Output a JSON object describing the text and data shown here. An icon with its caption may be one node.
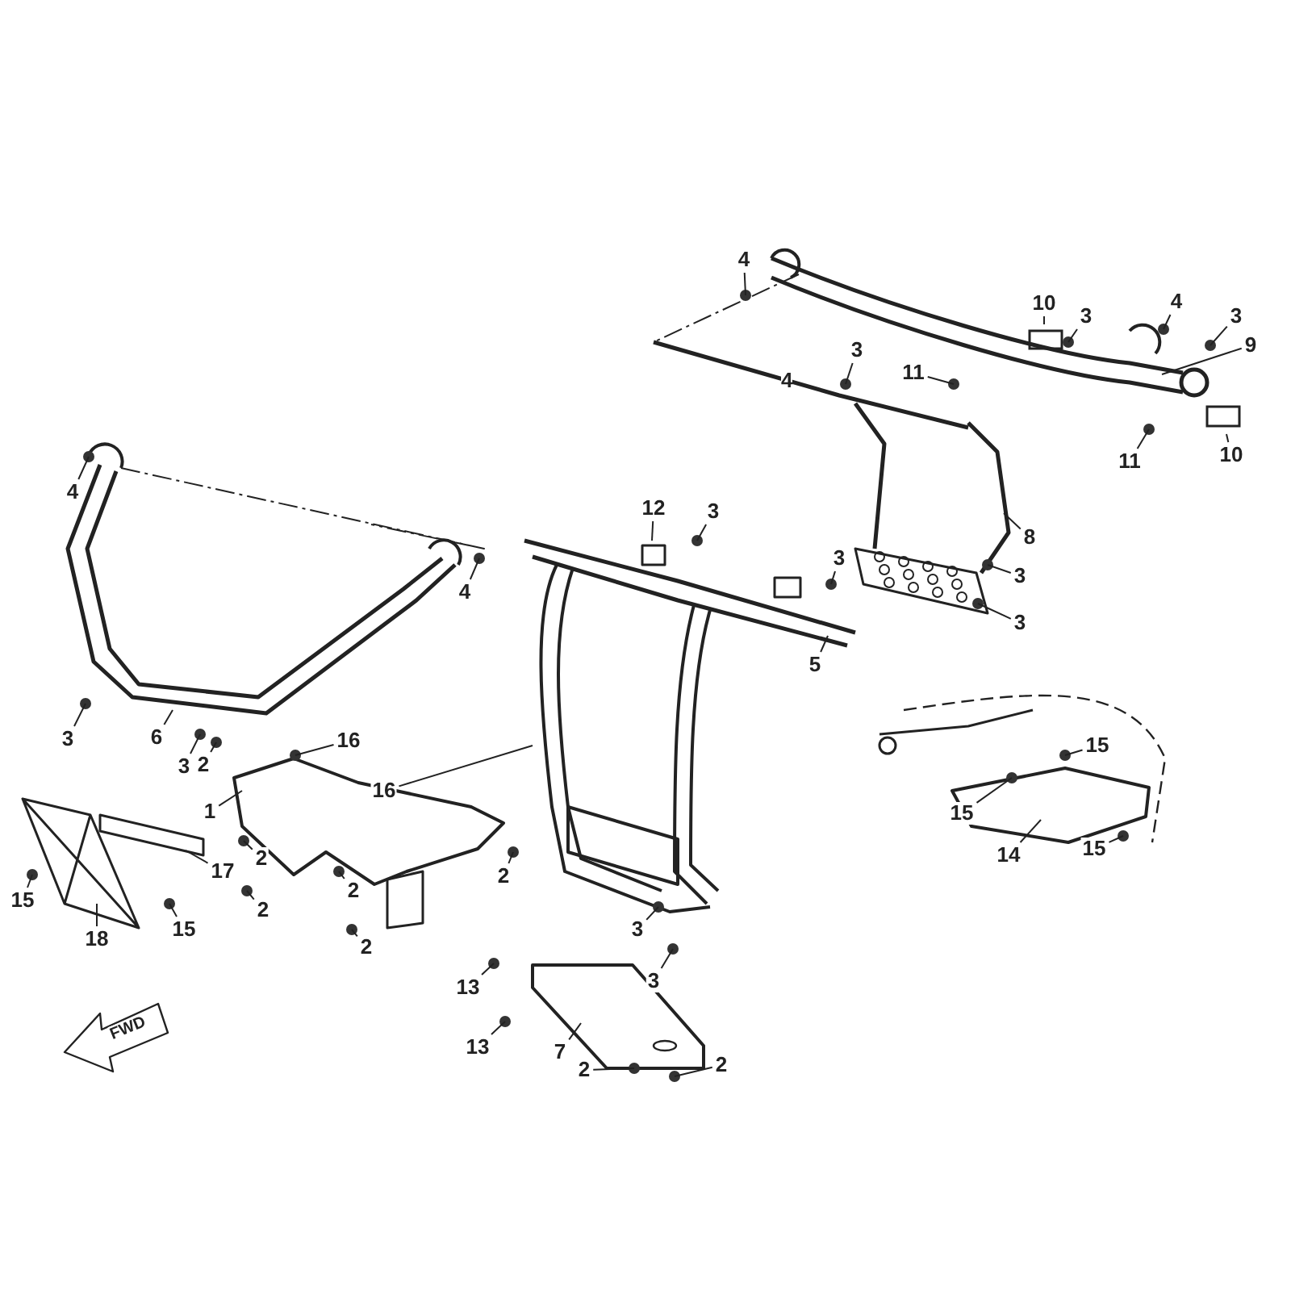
{
  "diagram": {
    "nodes": [
      {
        "text": [
          "4"
        ]
      },
      {
        "text": [
          "10"
        ]
      },
      {
        "text": [
          "3"
        ]
      },
      {
        "text": [
          "4"
        ]
      },
      {
        "text": [
          "3"
        ]
      },
      {
        "text": [
          "9"
        ]
      },
      {
        "text": [
          "3"
        ]
      },
      {
        "text": [
          "11"
        ]
      },
      {
        "text": [
          "10"
        ]
      },
      {
        "text": [
          "11"
        ]
      },
      {
        "text": [
          "4"
        ]
      },
      {
        "text": [
          "12"
        ]
      },
      {
        "text": [
          "3"
        ]
      },
      {
        "text": [
          "4"
        ]
      },
      {
        "text": [
          "8"
        ]
      },
      {
        "text": [
          "3"
        ]
      },
      {
        "text": [
          "3"
        ]
      },
      {
        "text": [
          "3"
        ]
      },
      {
        "text": [
          "5"
        ]
      },
      {
        "text": [
          "3"
        ]
      },
      {
        "text": [
          "6"
        ]
      },
      {
        "text": [
          "16"
        ]
      },
      {
        "text": [
          "3"
        ]
      },
      {
        "text": [
          "2"
        ]
      },
      {
        "text": [
          "16"
        ]
      },
      {
        "text": [
          "15"
        ]
      },
      {
        "text": [
          "15"
        ]
      },
      {
        "text": [
          "1"
        ]
      },
      {
        "text": [
          "17"
        ]
      },
      {
        "text": [
          "2"
        ]
      },
      {
        "text": [
          "14"
        ]
      },
      {
        "text": [
          "15"
        ]
      },
      {
        "text": [
          "2"
        ]
      },
      {
        "text": [
          "2"
        ]
      },
      {
        "text": [
          "15"
        ]
      },
      {
        "text": [
          "15"
        ]
      },
      {
        "text": [
          "2"
        ]
      },
      {
        "text": [
          "18"
        ]
      },
      {
        "text": [
          "3"
        ]
      },
      {
        "text": [
          "2"
        ]
      },
      {
        "text": [
          "3"
        ]
      },
      {
        "text": [
          "13"
        ]
      },
      {
        "text": [
          "13"
        ]
      },
      {
        "text": [
          "7"
        ]
      },
      {
        "text": [
          "2"
        ]
      },
      {
        "text": [
          "2"
        ]
      }
    ],
    "edges": [
      {
        "from": 0,
        "to": null,
        "arrow": "none"
      },
      {
        "from": 1,
        "to": null,
        "arrow": "none"
      },
      {
        "from": 2,
        "to": null,
        "arrow": "none"
      },
      {
        "from": 3,
        "to": null,
        "arrow": "none"
      },
      {
        "from": 4,
        "to": null,
        "arrow": "none"
      },
      {
        "from": 5,
        "to": null,
        "arrow": "none"
      },
      {
        "from": 6,
        "to": null,
        "arrow": "none"
      },
      {
        "from": 7,
        "to": null,
        "arrow": "none"
      },
      {
        "from": 8,
        "to": null,
        "arrow": "none"
      },
      {
        "from": 9,
        "to": null,
        "arrow": "none"
      },
      {
        "from": 10,
        "to": null,
        "arrow": "none"
      },
      {
        "from": 11,
        "to": null,
        "arrow": "none"
      },
      {
        "from": 12,
        "to": null,
        "arrow": "none"
      },
      {
        "from": 13,
        "to": null,
        "arrow": "none"
      },
      {
        "from": 14,
        "to": null,
        "arrow": "none"
      },
      {
        "from": 15,
        "to": null,
        "arrow": "none"
      },
      {
        "from": 16,
        "to": null,
        "arrow": "none"
      },
      {
        "from": 17,
        "to": null,
        "arrow": "none"
      },
      {
        "from": 18,
        "to": null,
        "arrow": "none"
      },
      {
        "from": 19,
        "to": null,
        "arrow": "none"
      },
      {
        "from": 20,
        "to": null,
        "arrow": "none"
      },
      {
        "from": 21,
        "to": null,
        "arrow": "none"
      },
      {
        "from": 22,
        "to": null,
        "arrow": "none"
      },
      {
        "from": 23,
        "to": null,
        "arrow": "none"
      },
      {
        "from": 24,
        "to": null,
        "arrow": "none"
      },
      {
        "from": 25,
        "to": null,
        "arrow": "none"
      },
      {
        "from": 26,
        "to": null,
        "arrow": "none"
      },
      {
        "from": 27,
        "to": null,
        "arrow": "none"
      },
      {
        "from": 28,
        "to": null,
        "arrow": "none"
      },
      {
        "from": 29,
        "to": null,
        "arrow": "none"
      },
      {
        "from": 30,
        "to": null,
        "arrow": "none"
      },
      {
        "from": 31,
        "to": null,
        "arrow": "none"
      },
      {
        "from": 32,
        "to": null,
        "arrow": "none"
      },
      {
        "from": 33,
        "to": null,
        "arrow": "none"
      },
      {
        "from": 34,
        "to": null,
        "arrow": "none"
      },
      {
        "from": 35,
        "to": null,
        "arrow": "none"
      },
      {
        "from": 36,
        "to": null,
        "arrow": "none"
      },
      {
        "from": 37,
        "to": null,
        "arrow": "none"
      },
      {
        "from": 38,
        "to": null,
        "arrow": "none"
      },
      {
        "from": 39,
        "to": null,
        "arrow": "none"
      },
      {
        "from": 40,
        "to": null,
        "arrow": "none"
      },
      {
        "from": 41,
        "to": null,
        "arrow": "none"
      },
      {
        "from": 42,
        "to": null,
        "arrow": "none"
      },
      {
        "from": 43,
        "to": null,
        "arrow": "none"
      },
      {
        "from": 44,
        "to": null,
        "arrow": "none"
      },
      {
        "from": 45,
        "to": null,
        "arrow": "none"
      }
    ],
    "labels": [
      "4",
      "FWD"
    ]
  }
}
